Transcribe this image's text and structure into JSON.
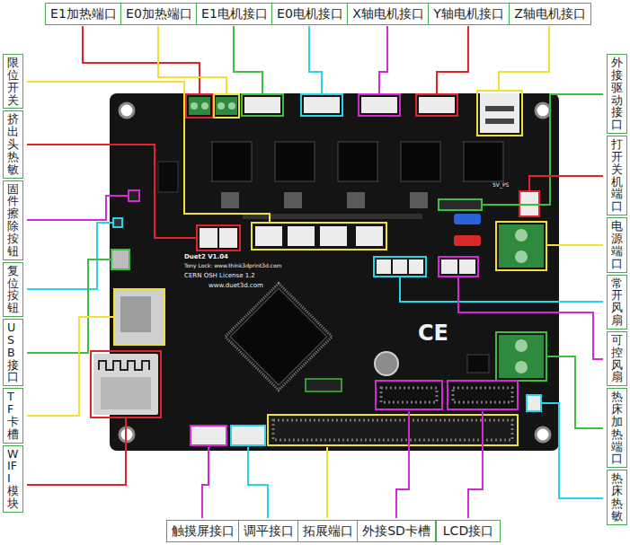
{
  "diagram": {
    "nodes": [
      {
        "text": [
          "E1加热端口"
        ]
      },
      {
        "text": [
          "E0加热端口"
        ]
      },
      {
        "text": [
          "E1电机接口"
        ]
      },
      {
        "text": [
          "E0电机接口"
        ]
      },
      {
        "text": [
          "X轴电机接口"
        ]
      },
      {
        "text": [
          "Y轴电机接口"
        ]
      },
      {
        "text": [
          "Z轴电机接口"
        ]
      },
      {
        "text": [
          "限位开关"
        ]
      },
      {
        "text": [
          "挤出头热敏"
        ]
      },
      {
        "text": [
          "固件擦除按钮"
        ]
      },
      {
        "text": [
          "复位按钮"
        ]
      },
      {
        "text": [
          "USB接口"
        ]
      },
      {
        "text": [
          "TF卡槽"
        ]
      },
      {
        "text": [
          "WIFI模块"
        ]
      },
      {
        "text": [
          "外接驱动接口"
        ]
      },
      {
        "text": [
          "打开关机端口"
        ]
      },
      {
        "text": [
          "电源端口"
        ]
      },
      {
        "text": [
          "常开风扇"
        ]
      },
      {
        "text": [
          "可控风扇"
        ]
      },
      {
        "text": [
          "热床加热端口"
        ]
      },
      {
        "text": [
          "热床热敏"
        ]
      },
      {
        "text": [
          "触摸屏接口"
        ]
      },
      {
        "text": [
          "调平接口"
        ]
      },
      {
        "text": [
          "拓展端口"
        ]
      },
      {
        "text": [
          "外接SD卡槽"
        ]
      },
      {
        "text": [
          "LCD接口"
        ]
      }
    ],
    "labels": [
      "5V_PS",
      "Duet2 V1.04",
      "Tony Lock: www.think3dprint3d.com",
      "CERN OSH License 1.2",
      "www.duet3d.com",
      "CE"
    ]
  }
}
